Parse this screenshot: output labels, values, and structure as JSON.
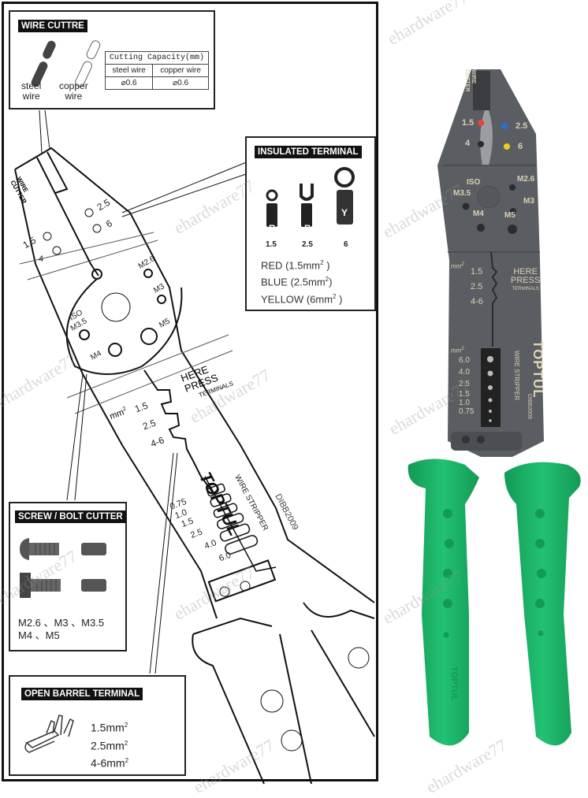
{
  "watermark": "ehardware77",
  "diagram": {
    "wire_cutter_box": {
      "tag": "WIRE CUTTRE",
      "steel_label": "steel\nwire",
      "steel_label_l1": "steel",
      "steel_label_l2": "wire",
      "copper_label_l1": "copper",
      "copper_label_l2": "wire",
      "table": {
        "title": "Cutting Capacity(mm)",
        "headers": [
          "steel wire",
          "copper wire"
        ],
        "values": [
          "⌀0.6",
          "⌀0.6"
        ]
      }
    },
    "insulated_terminal_box": {
      "tag": "INSULATED TERMINAL",
      "terminals": [
        {
          "letter": "R",
          "size": "1.5"
        },
        {
          "letter": "B",
          "size": "2.5"
        },
        {
          "letter": "Y",
          "size": "6"
        }
      ],
      "legend": [
        {
          "color": "RED",
          "value": "(1.5mm",
          "sup": "2",
          "close": ")"
        },
        {
          "color": "BLUE",
          "value": "(2.5mm",
          "sup": "2",
          "close": ")"
        },
        {
          "color": "YELLOW",
          "value": "(6mm",
          "sup": "2",
          "close": ")"
        }
      ]
    },
    "screw_bolt_box": {
      "tag": "SCREW / BOLT CUTTER",
      "sizes_line1": "M2.6 、M3 、M3.5",
      "sizes_line2": "M4 、M5"
    },
    "open_barrel_box": {
      "tag": "OPEN BARREL TERMINAL",
      "sizes": [
        {
          "value": "1.5mm",
          "sup": "2"
        },
        {
          "value": "2.5mm",
          "sup": "2"
        },
        {
          "value": "4-6mm",
          "sup": "2"
        }
      ]
    },
    "tool_labels": {
      "wire_cutter_l1": "WIRE",
      "wire_cutter_l2": "CUTTER",
      "crimp_sizes_top": [
        "2.5",
        "6"
      ],
      "crimp_sizes_left": [
        "1.5",
        "4"
      ],
      "bolt_holes": [
        "M2.6",
        "M3",
        "ISO",
        "M3.5",
        "M5",
        "M4"
      ],
      "press_l1": "HERE",
      "press_l2": "PRESS",
      "press_l3": "TERMINALS",
      "mm": "mm",
      "mm_sup": "2",
      "press_sizes": [
        "1.5",
        "2.5",
        "4-6"
      ],
      "brand": "TOPTUL",
      "stripper_label": "WIRE STRIPPER",
      "model": "DIBB2009",
      "strip_sizes": [
        "0.75",
        "1.0",
        "1.5",
        "2.5",
        "4.0",
        "6.0"
      ]
    }
  },
  "photo": {
    "wire_cutter_l1": "WIRE",
    "wire_cutter_l2": "CUTTER",
    "crimp": [
      {
        "label": "1.5",
        "dot_color": "#e8413a"
      },
      {
        "label": "2.5",
        "dot_color": "#2f6fd6"
      },
      {
        "label": "4",
        "dot_color": "#2a2a2a"
      },
      {
        "label": "6",
        "dot_color": "#e6d21c"
      }
    ],
    "bolt_labels": [
      "ISO",
      "M3.5",
      "M2.6",
      "M3",
      "M4",
      "M5"
    ],
    "mm": "mm",
    "mm_sup": "2",
    "press_sizes": [
      "1.5",
      "2.5",
      "4-6"
    ],
    "press_l1": "HERE",
    "press_l2": "PRESS",
    "press_l3": "TERMINALS",
    "strip_sizes": [
      "6.0",
      "4.0",
      "2.5",
      "1.5",
      "1.0",
      "0.75"
    ],
    "brand": "TOPTUL",
    "stripper_label": "WIRE STRIPPER",
    "model": "DIBB2009",
    "handle_brand": "TOPTUL",
    "colors": {
      "body": "#5a5d61",
      "body_dark": "#45484c",
      "handle": "#1fb66a",
      "handle_dark": "#139a55",
      "label_text": "#d8cfb5"
    }
  }
}
